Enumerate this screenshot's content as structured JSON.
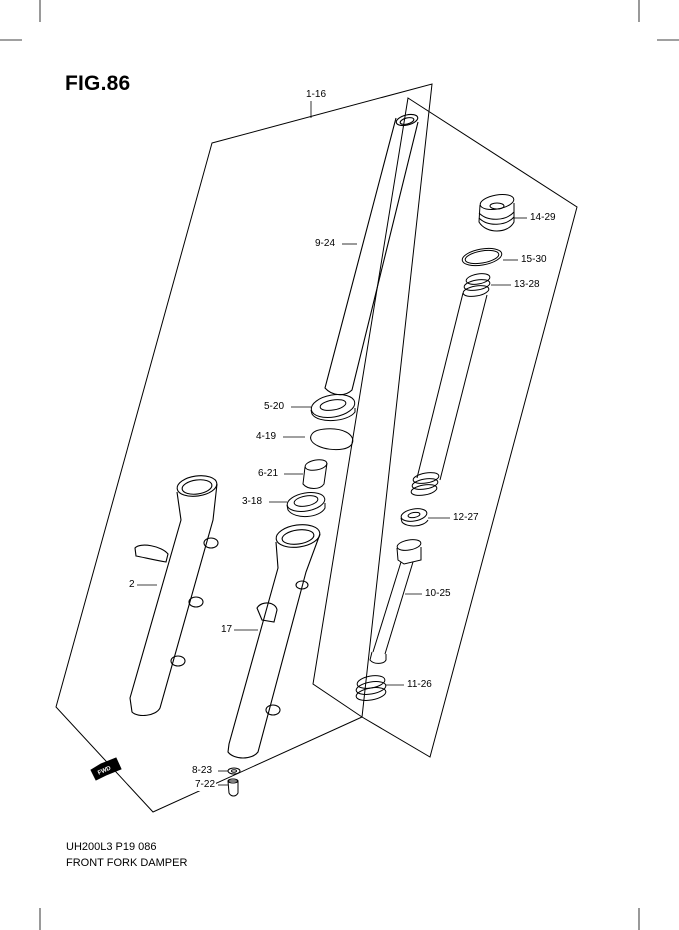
{
  "figure": {
    "title": "FIG.86"
  },
  "callouts": {
    "c1_16": "1-16",
    "c9_24": "9-24",
    "c14_29": "14-29",
    "c15_30": "15-30",
    "c13_28": "13-28",
    "c5_20": "5-20",
    "c4_19": "4-19",
    "c6_21": "6-21",
    "c3_18": "3-18",
    "c12_27": "12-27",
    "c2": "2",
    "c10_25": "10-25",
    "c17": "17",
    "c11_26": "11-26",
    "c8_23": "8-23",
    "c7_22": "7-22"
  },
  "fwd_arrow": {
    "label": "FWD"
  },
  "footer": {
    "code": "UH200L3 P19 086",
    "name": "FRONT FORK DAMPER"
  }
}
